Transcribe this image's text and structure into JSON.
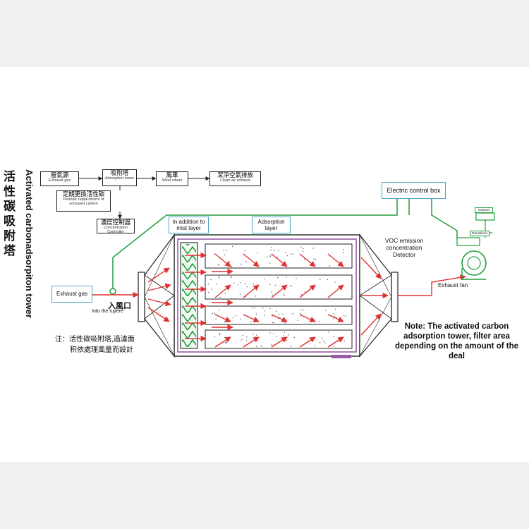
{
  "title": {
    "cn": "活性碳吸附塔",
    "en": "Activated carbonadsorpiton tower"
  },
  "flow": [
    {
      "cn": "廢氣源",
      "en": "EXhaust gas"
    },
    {
      "cn": "吸附塔",
      "en": "Adsorption tower"
    },
    {
      "cn": "風車",
      "en": "Wind wheel"
    },
    {
      "cn": "潔淨空氣排放",
      "en": "Clean air exhaust"
    }
  ],
  "aux_flow": [
    {
      "cn": "定期更換活性碳",
      "en": "Periodic replacement of activated carbon"
    },
    {
      "cn": "濃度控制器",
      "en": "Concentration Controller"
    }
  ],
  "callouts": {
    "mist": "In addition to mist layer",
    "adsorption": "Adsorption layer",
    "exhaust_gas": "Exhaust gas",
    "electric_box": "Electric control box",
    "gearset": "Gearset",
    "transducer": "Transducer"
  },
  "labels": {
    "inlet_cn": "入風口",
    "inlet_en": "Into the tuyere",
    "voc": "VOC emission concentration Detector",
    "exhaust_fan": "Exhaust fan",
    "footnote_line1": "注：活性碳吸附塔,過濾面",
    "footnote_line2": "积依處理風量而設計"
  },
  "note": "Note:  The activated carbon adsorption tower, filter area depending on the amount of the deal",
  "colors": {
    "signal": "#1e9e3a",
    "airflow": "#e03030",
    "callout": "#4aa3c7",
    "housing": "#9a5aa6"
  }
}
